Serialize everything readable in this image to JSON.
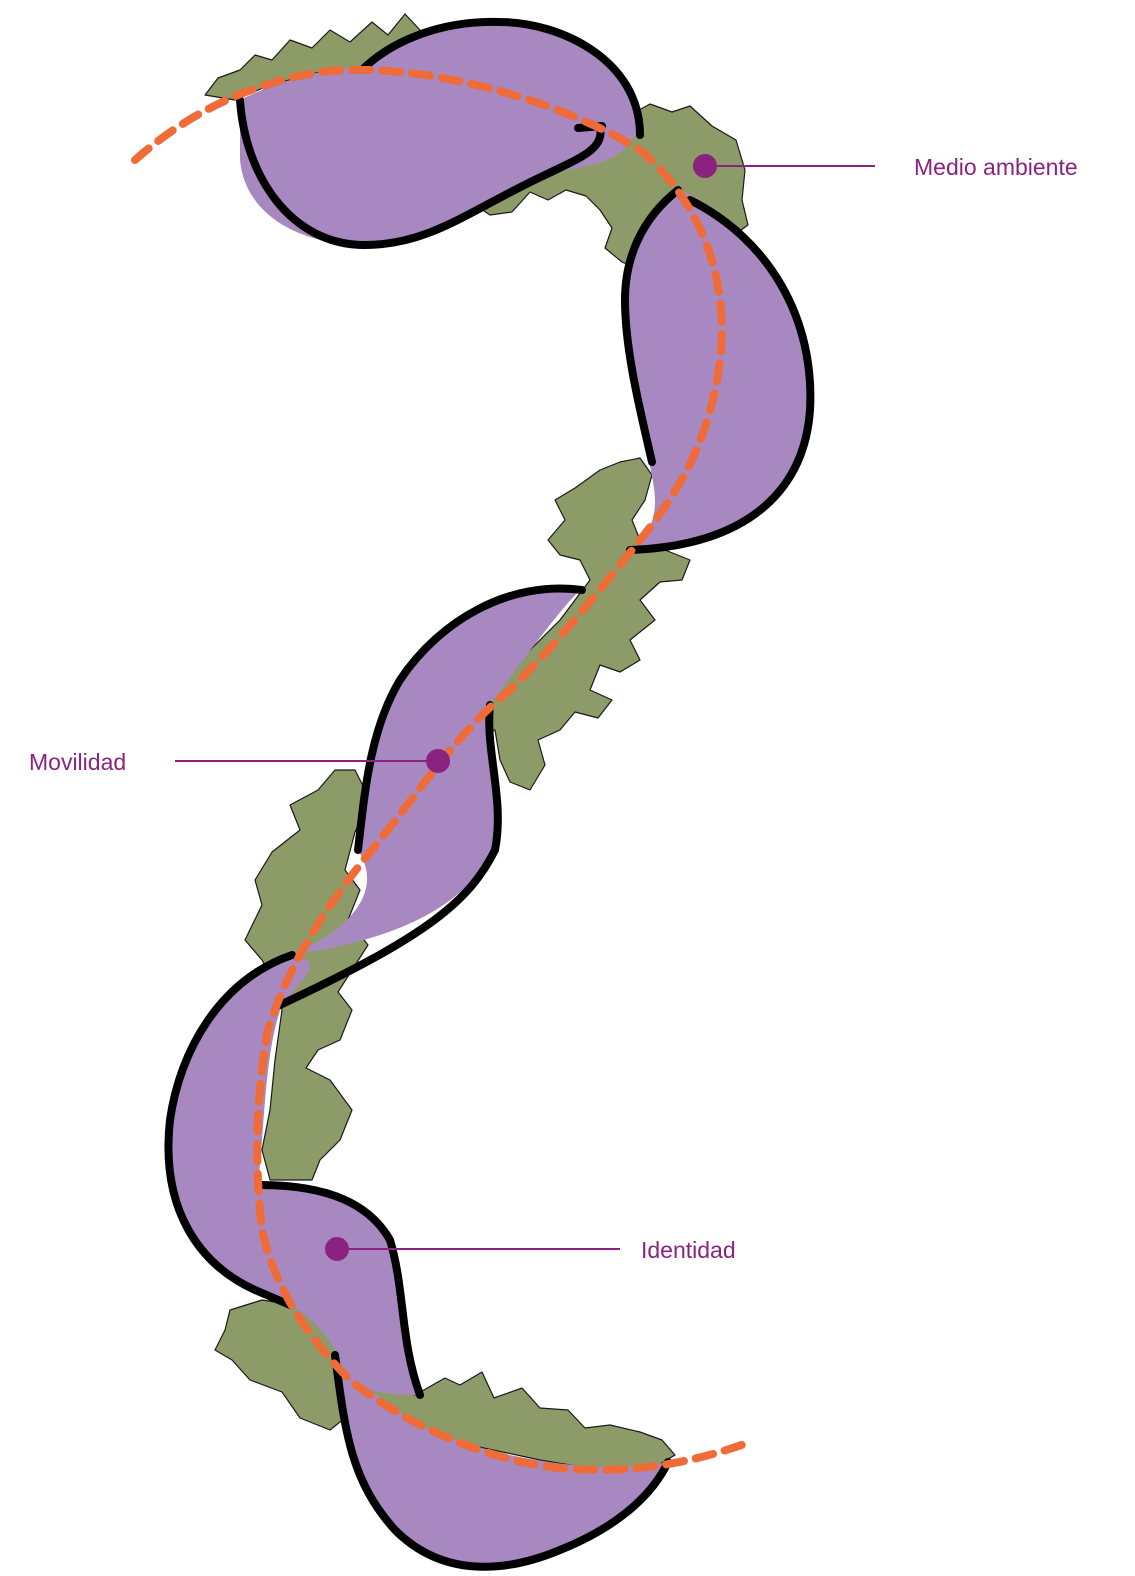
{
  "colors": {
    "ribbon_fill": "#a888c0",
    "outline": "#000000",
    "foliage": "#8c9b68",
    "path_dashed": "#ef6c38",
    "marker": "#8a2380",
    "label_text": "#8a2380"
  },
  "labels": {
    "environment": "Medio ambiente",
    "mobility": "Movilidad",
    "identity": "Identidad"
  }
}
